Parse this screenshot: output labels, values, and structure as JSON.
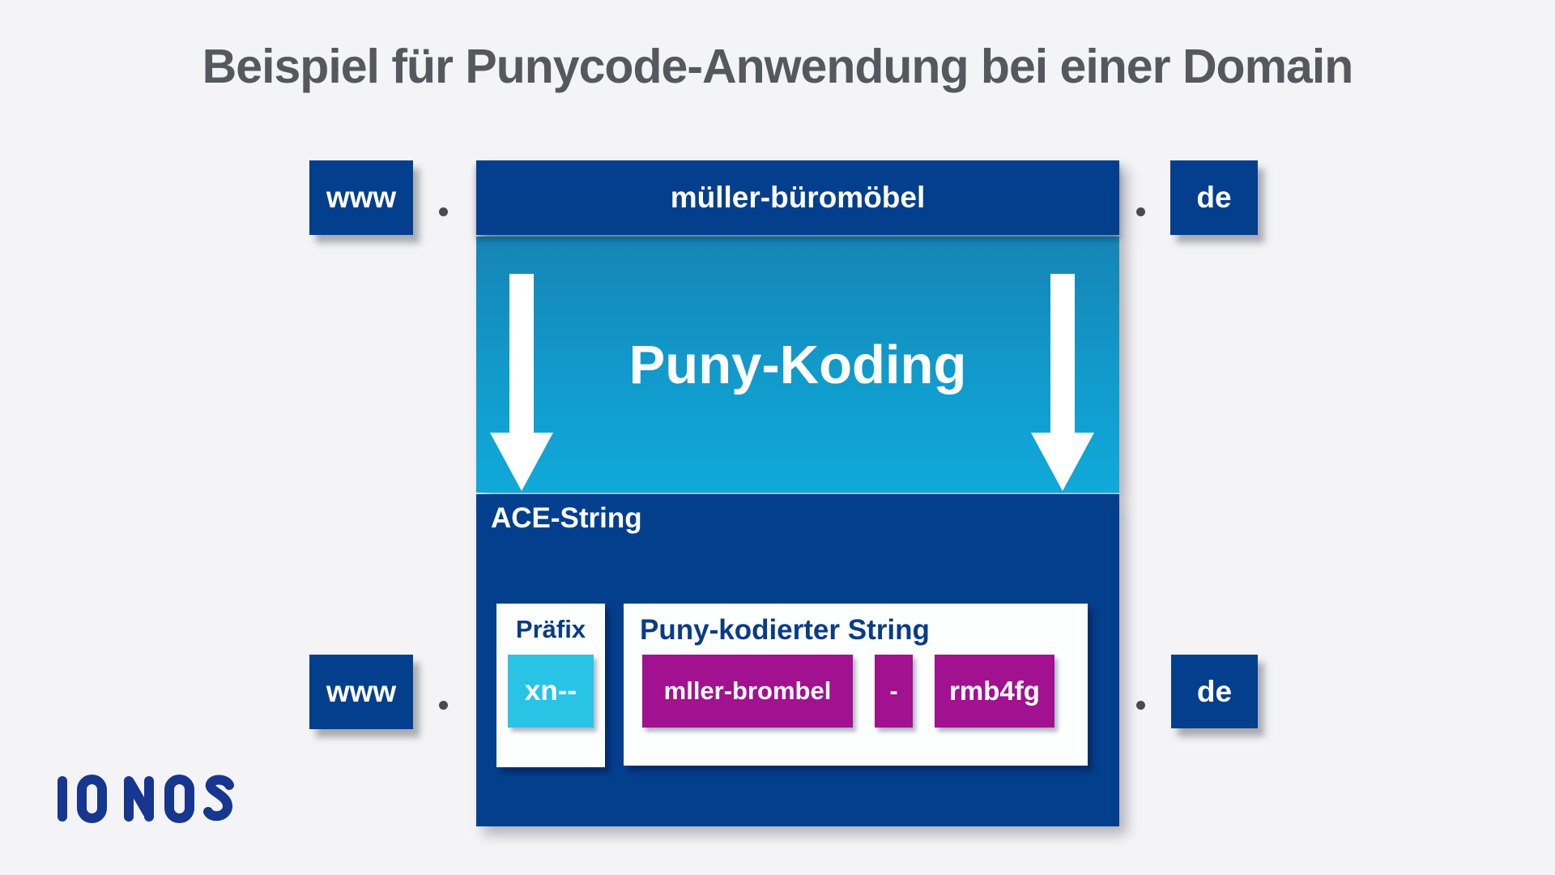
{
  "title": "Beispiel für Punycode-Anwendung bei einer Domain",
  "domain_example": {
    "subdomain": "www",
    "separator": ".",
    "idn_name": "müller-büromöbel",
    "tld": "de"
  },
  "process": {
    "label": "Puny-Koding"
  },
  "ace_string": {
    "label": "ACE-String",
    "prefix": {
      "title": "Präfix",
      "value": "xn--"
    },
    "encoded": {
      "title": "Puny-kodierter String",
      "parts": [
        "mller-brombel",
        "-",
        "rmb4fg"
      ]
    }
  },
  "result_domain": {
    "subdomain": "www",
    "separator": ".",
    "tld": "de"
  },
  "brand": {
    "name": "IONOS"
  },
  "colors": {
    "background": "#f4f4f6",
    "primary_blue": "#043f8e",
    "gradient_top": "#1684b4",
    "gradient_bottom": "#0fa9da",
    "prefix_cyan": "#29c3e6",
    "encoded_magenta": "#a21190",
    "title_gray": "#55595f",
    "card_label_blue": "#0a3c86",
    "logo_blue": "#16368f"
  }
}
